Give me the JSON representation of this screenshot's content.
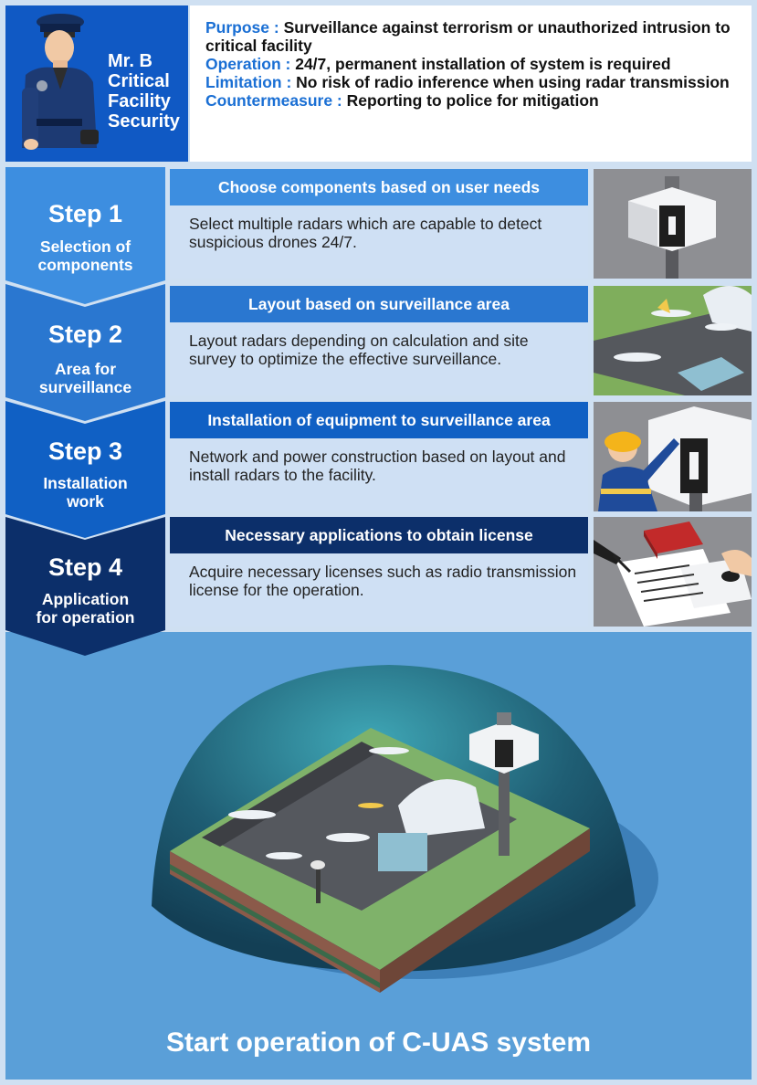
{
  "persona": {
    "name_lines": [
      "Mr. B",
      "Critical",
      "Facility",
      "Security"
    ]
  },
  "info": {
    "purpose_label": "Purpose :",
    "purpose_text": "Surveillance against terrorism or unauthorized intrusion to critical facility",
    "operation_label": "Operation :",
    "operation_text": "24/7, permanent installation of system is required",
    "limitation_label": "Limitation :",
    "limitation_text": "No risk of radio inference when using radar transmission",
    "countermeasure_label": "Countermeasure :",
    "countermeasure_text": "Reporting to police for mitigation"
  },
  "steps": [
    {
      "title": "Step 1",
      "sub_lines": [
        "Selection of",
        "components"
      ],
      "heading": "Choose components based on user needs",
      "body": "Select multiple radars which are capable to detect suspicious drones 24/7.",
      "chevron_color": "#3d8ee0",
      "head_color": "#3d8ee0",
      "image": "radar-unit"
    },
    {
      "title": "Step 2",
      "sub_lines": [
        "Area for",
        "surveillance"
      ],
      "heading": "Layout based on surveillance area",
      "body": "Layout radars depending on calculation and site survey to optimize the effective surveillance.",
      "chevron_color": "#2a77d0",
      "head_color": "#2a77d0",
      "image": "airport-layout"
    },
    {
      "title": "Step 3",
      "sub_lines": [
        "Installation",
        "work"
      ],
      "heading": "Installation of equipment to surveillance area",
      "body": "Network and power construction based on layout and install radars to the facility.",
      "chevron_color": "#1060c4",
      "head_color": "#1060c4",
      "image": "worker-installing-radar"
    },
    {
      "title": "Step 4",
      "sub_lines": [
        "Application",
        "for operation"
      ],
      "heading": "Necessary applications to obtain license",
      "body": "Acquire necessary licenses such as radio transmission license for the operation.",
      "chevron_color": "#0c2f6a",
      "head_color": "#0c2f6a",
      "image": "license-documents"
    }
  ],
  "bottom": {
    "title": "Start operation of C-UAS system",
    "image": "radar-dome-over-airport"
  }
}
